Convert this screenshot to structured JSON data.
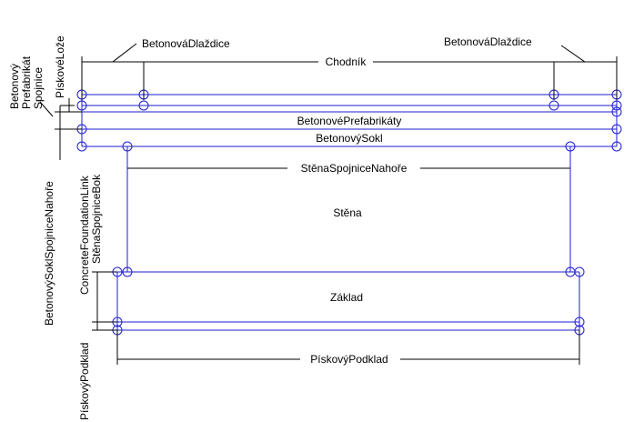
{
  "colors": {
    "geometry": "#1e1ed2",
    "dimension": "#000000",
    "background": "#ffffff"
  },
  "labels": {
    "betonova_dlazdice_left": "BetonováDlaždice",
    "betonova_dlazdice_right": "BetonováDlaždice",
    "chodnik": "Chodník",
    "betonove_prefabrikaty": "BetonovéPrefabrikáty",
    "betonovy_sokl": "BetonovýSokl",
    "stena_spojnice_nahore": "StěnaSpojniceNahoře",
    "stena": "Stěna",
    "zaklad": "Základ",
    "piskovy_podklad_horizontal": "PískovýPodklad",
    "piskovy_podklad_vertical": "PískovýPodklad",
    "betonovy_prefabrikat_spojnice_line1": "Betonový",
    "betonovy_prefabrikat_spojnice_line2": "Prefabrikát",
    "betonovy_prefabrikat_spojnice_line3": "Spojnice",
    "piskove_loze": "PískovéLože",
    "betonovy_sokl_spojnice_nahore": "BetonovýSoklSpojniceNahoře",
    "concrete_foundation_link": "ConcreteFoundationLink",
    "stena_spojnice_bok": "StěnaSpojniceBok"
  }
}
